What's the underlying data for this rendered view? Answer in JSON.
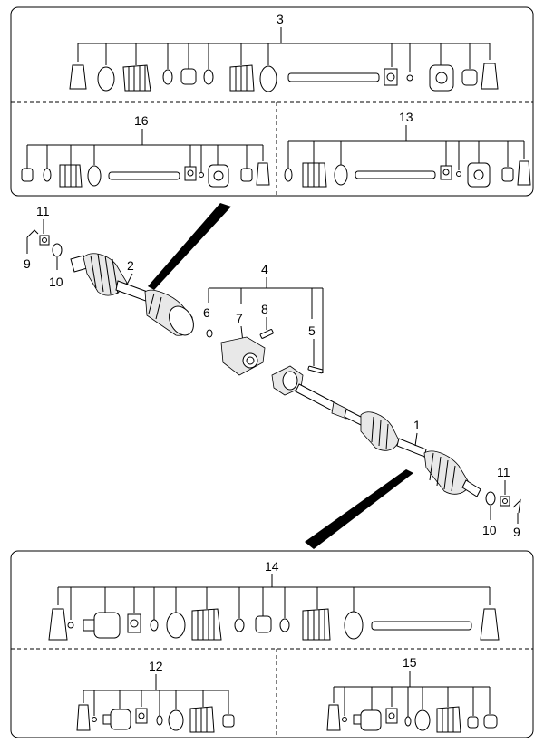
{
  "callouts": {
    "c1": "1",
    "c2": "2",
    "c3": "3",
    "c4": "4",
    "c5": "5",
    "c6": "6",
    "c7": "7",
    "c8": "8",
    "c9a": "9",
    "c9b": "9",
    "c10a": "10",
    "c10b": "10",
    "c11a": "11",
    "c11b": "11",
    "c12": "12",
    "c13": "13",
    "c14": "14",
    "c15": "15",
    "c16": "16"
  },
  "icons": [
    "boot-icon",
    "clamp-ring-icon",
    "shaft-icon",
    "joint-housing-icon",
    "tripod-icon",
    "nut-icon",
    "washer-icon",
    "cotter-pin-icon",
    "bracket-icon",
    "bolt-icon"
  ]
}
